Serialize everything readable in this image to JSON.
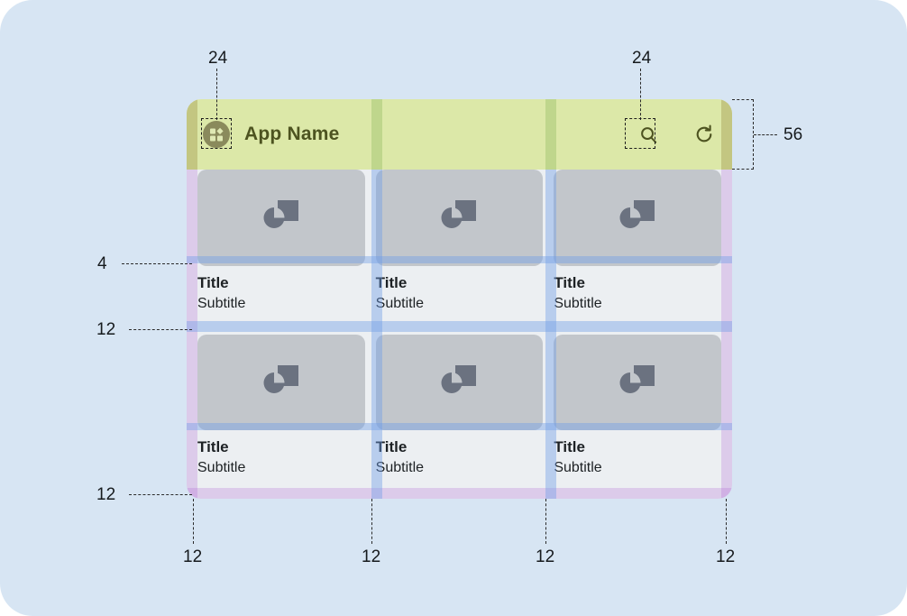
{
  "canvas": {
    "background_color": "#d7e5f3",
    "corner_radius": "36px"
  },
  "device": {
    "surface_color": "#eceff2"
  },
  "appbar": {
    "background_color": "#dce8a8",
    "height_label": "56",
    "title": "App Name",
    "logo_icon": "app-grid-logo-icon",
    "actions": [
      {
        "name": "search-icon",
        "label": "Search"
      },
      {
        "name": "refresh-icon",
        "label": "Refresh"
      }
    ]
  },
  "grid": {
    "columns": 3,
    "rows": 2,
    "gutter_color": "#709ee6",
    "padding_color": "#ad66d6",
    "placeholder_icon": "image-placeholder-icon",
    "cards": [
      {
        "title": "Title",
        "subtitle": "Subtitle"
      },
      {
        "title": "Title",
        "subtitle": "Subtitle"
      },
      {
        "title": "Title",
        "subtitle": "Subtitle"
      },
      {
        "title": "Title",
        "subtitle": "Subtitle"
      },
      {
        "title": "Title",
        "subtitle": "Subtitle"
      },
      {
        "title": "Title",
        "subtitle": "Subtitle"
      }
    ]
  },
  "annotations": {
    "logo_touch_target": "24",
    "search_touch_target": "24",
    "appbar_height": "56",
    "media_to_title_gap": "4",
    "row_gap": "12",
    "bottom_padding": "12",
    "left_padding": "12",
    "column_gap_1": "12",
    "column_gap_2": "12",
    "right_padding": "12"
  }
}
